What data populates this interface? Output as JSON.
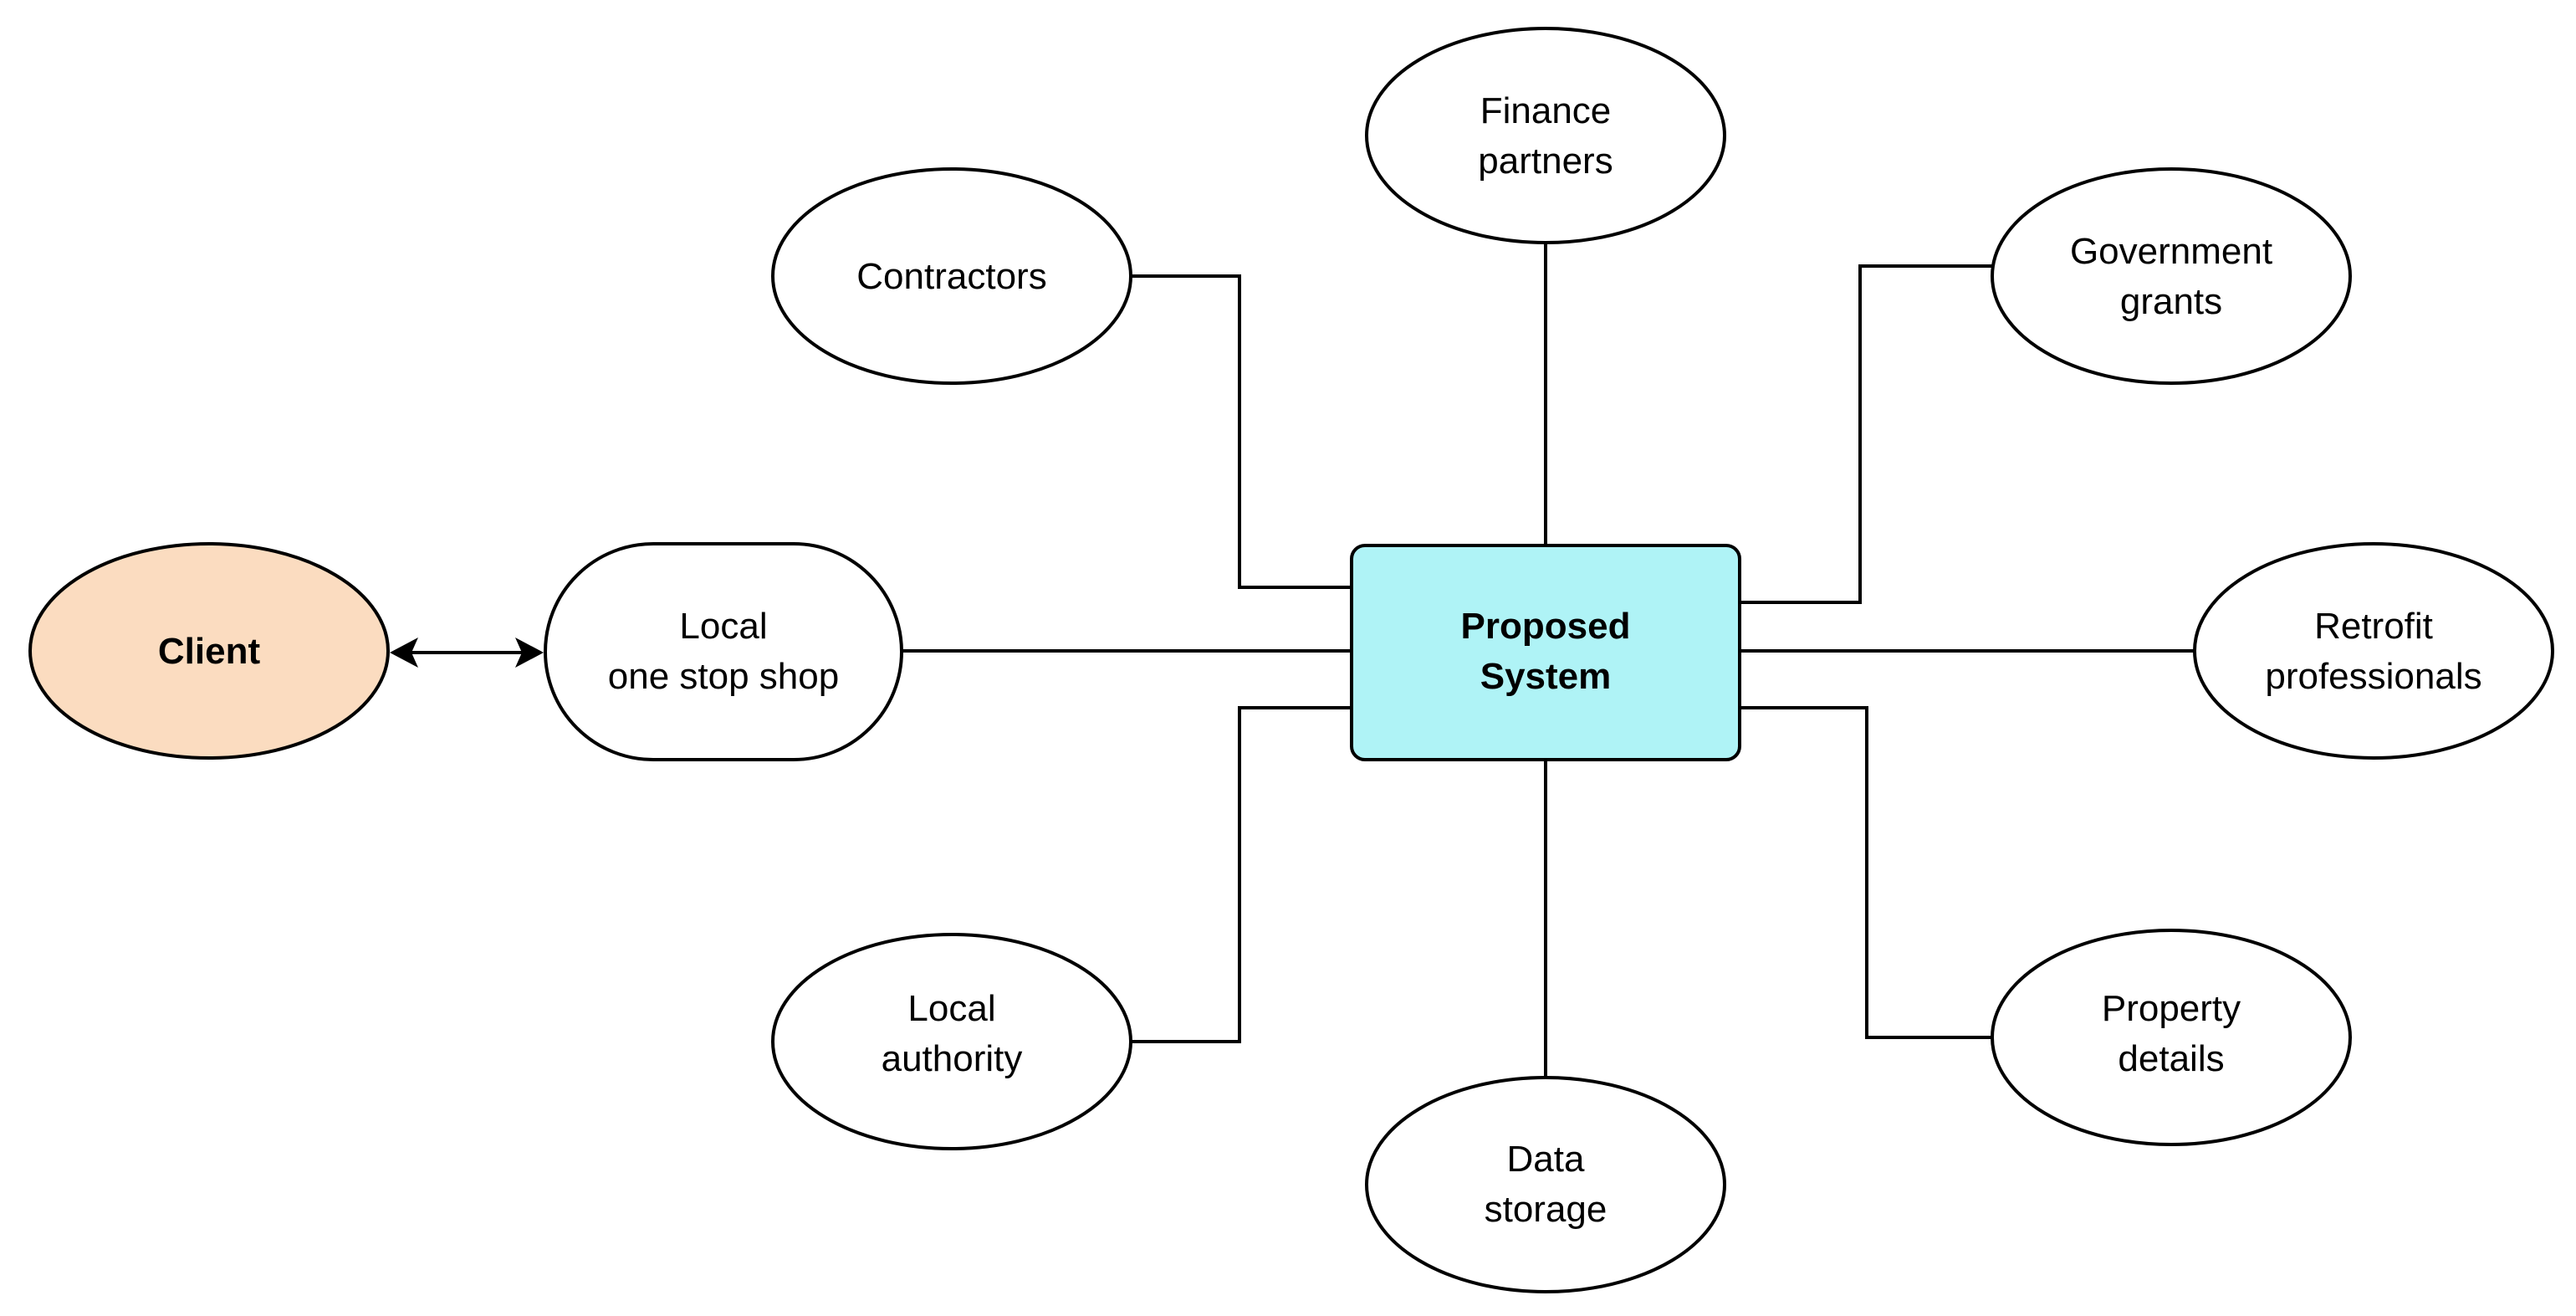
{
  "colors": {
    "client_fill": "#fbdcc0",
    "system_fill": "#aff3f6",
    "node_fill": "#ffffff",
    "stroke": "#000000"
  },
  "nodes": {
    "client": {
      "line1": "Client"
    },
    "one_stop_shop": {
      "line1": "Local",
      "line2": "one stop shop"
    },
    "proposed_system": {
      "line1": "Proposed",
      "line2": "System"
    },
    "contractors": {
      "line1": "Contractors"
    },
    "finance_partners": {
      "line1": "Finance",
      "line2": "partners"
    },
    "government_grants": {
      "line1": "Government",
      "line2": "grants"
    },
    "retrofit_professionals": {
      "line1": "Retrofit",
      "line2": "professionals"
    },
    "local_authority": {
      "line1": "Local",
      "line2": "authority"
    },
    "data_storage": {
      "line1": "Data",
      "line2": "storage"
    },
    "property_details": {
      "line1": "Property",
      "line2": "details"
    }
  },
  "edges": [
    {
      "from": "client",
      "to": "one_stop_shop",
      "type": "bidirectional-arrow"
    },
    {
      "from": "one_stop_shop",
      "to": "proposed_system",
      "type": "line"
    },
    {
      "from": "contractors",
      "to": "proposed_system",
      "type": "line"
    },
    {
      "from": "finance_partners",
      "to": "proposed_system",
      "type": "line"
    },
    {
      "from": "government_grants",
      "to": "proposed_system",
      "type": "line"
    },
    {
      "from": "retrofit_professionals",
      "to": "proposed_system",
      "type": "line"
    },
    {
      "from": "local_authority",
      "to": "proposed_system",
      "type": "line"
    },
    {
      "from": "data_storage",
      "to": "proposed_system",
      "type": "line"
    },
    {
      "from": "property_details",
      "to": "proposed_system",
      "type": "line"
    }
  ]
}
